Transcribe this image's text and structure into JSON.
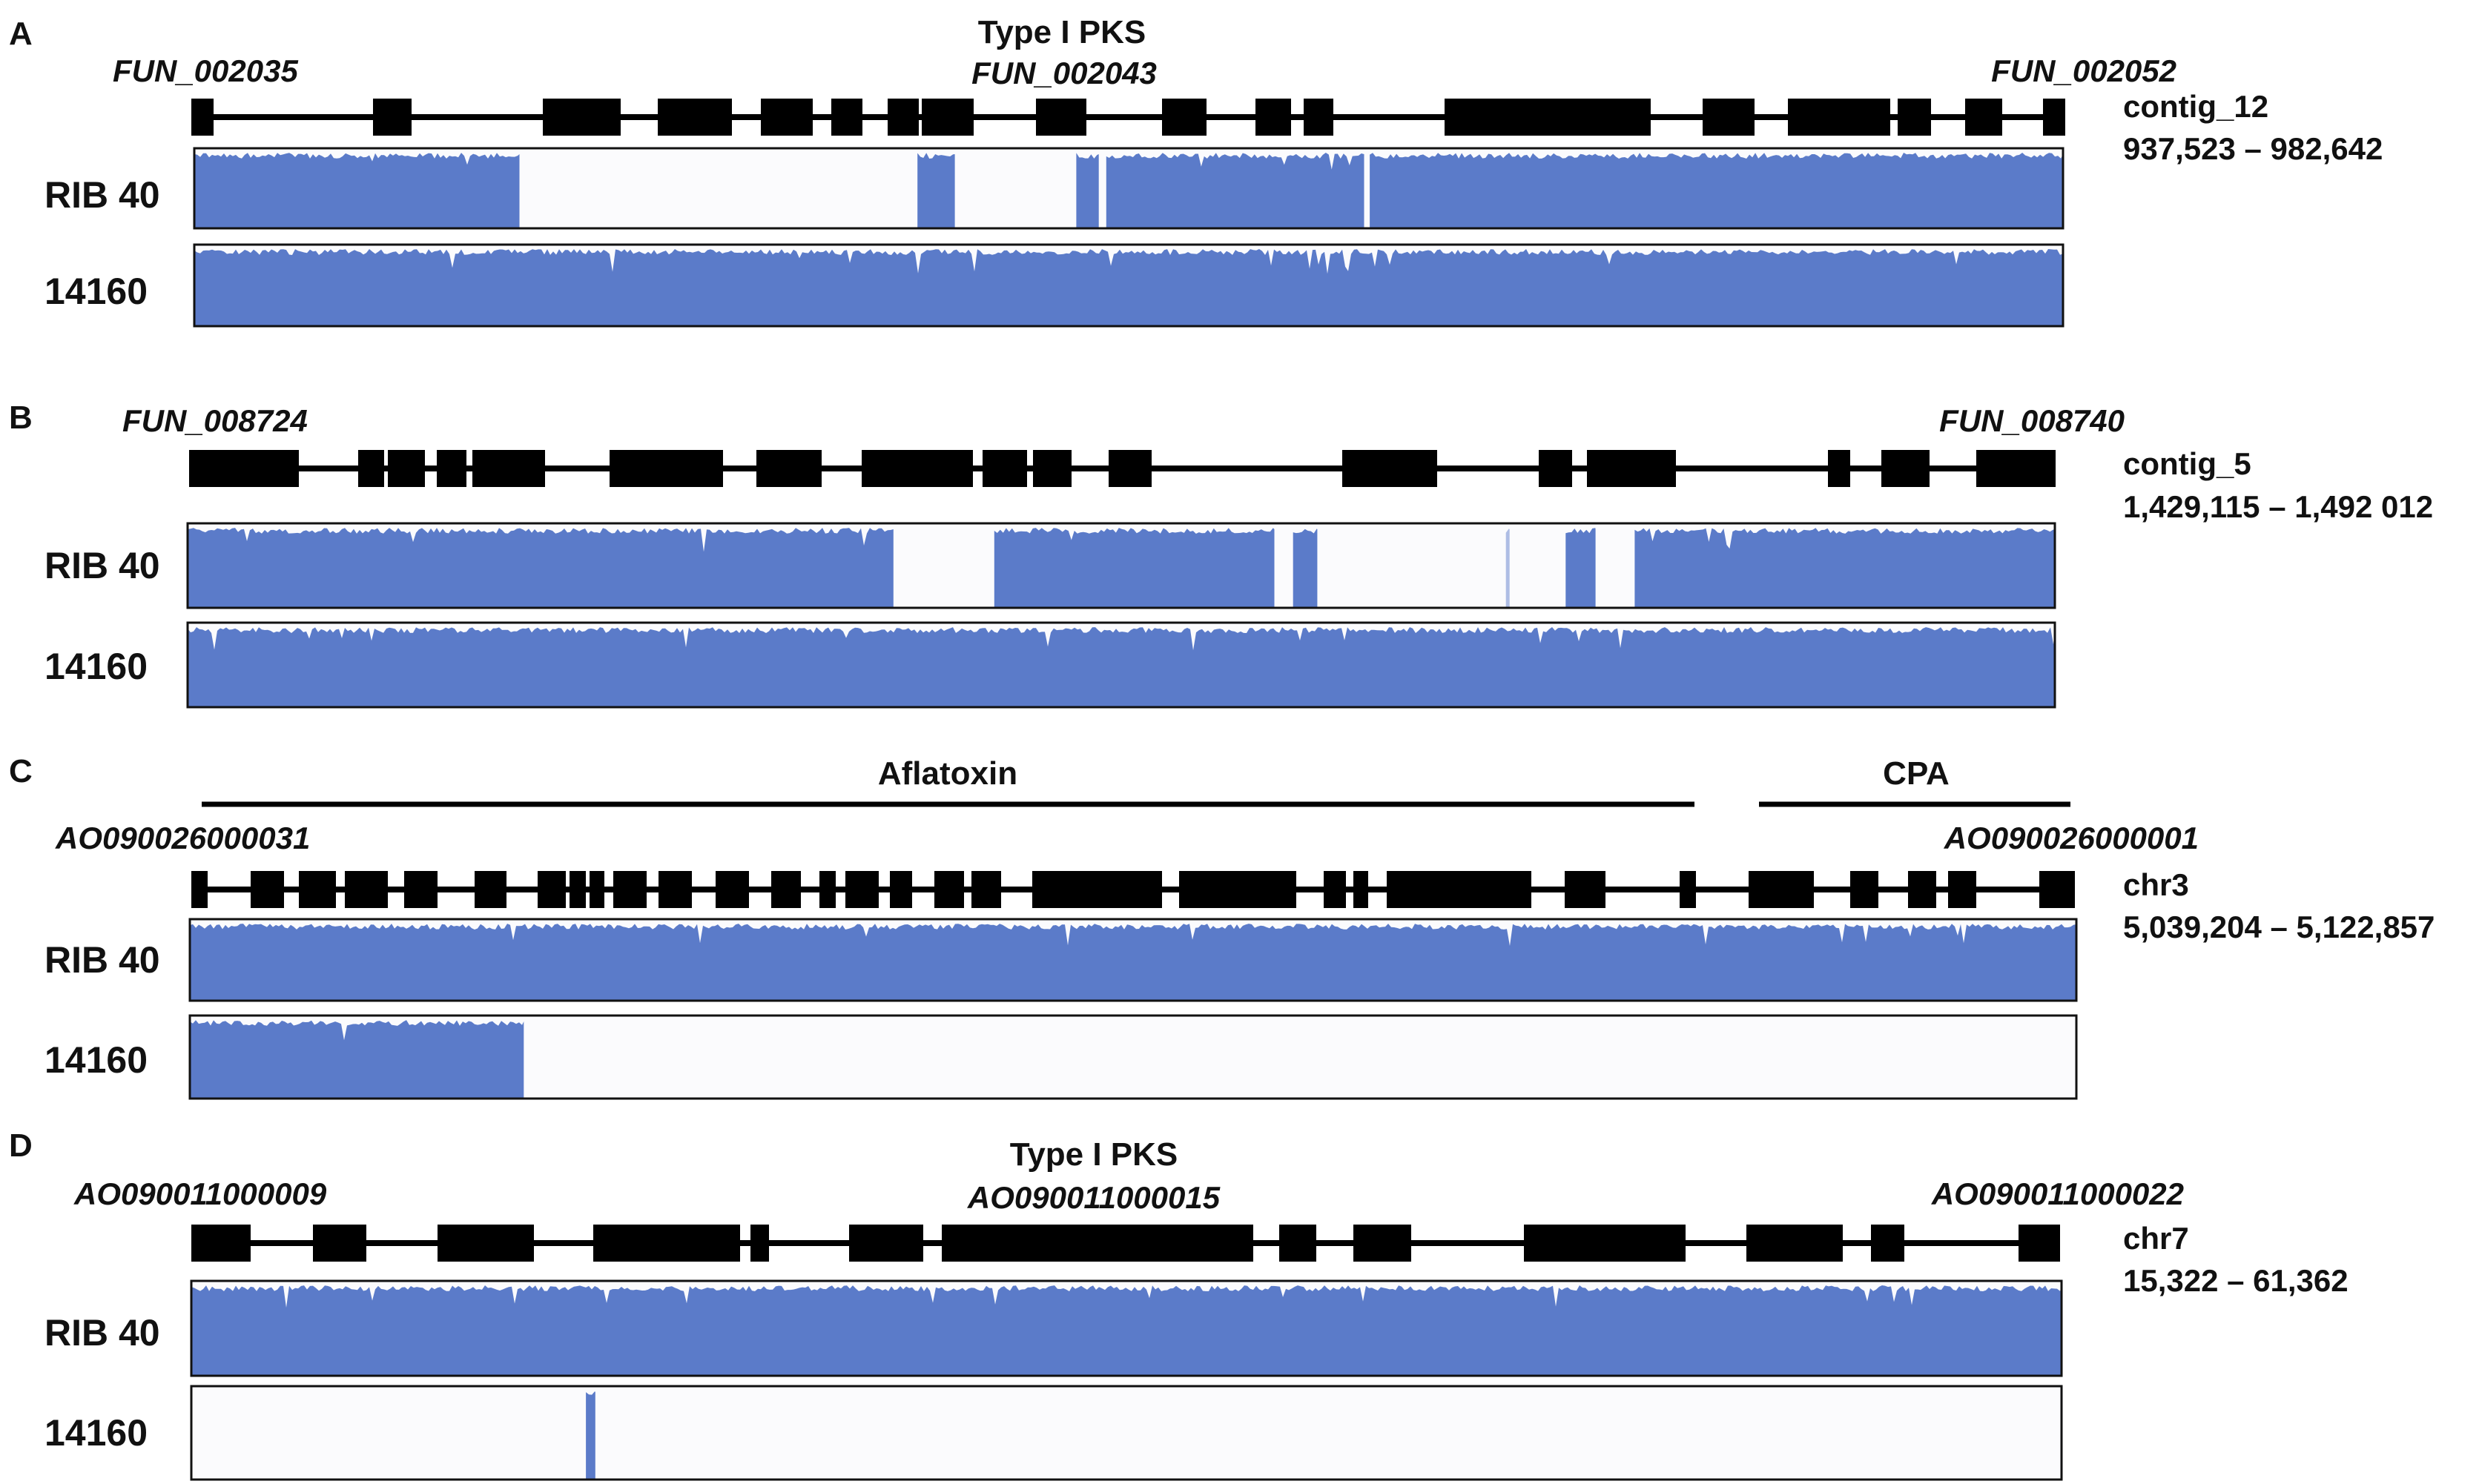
{
  "colors": {
    "coverage": "#5b7bc9",
    "coverage_light": "#aebde4",
    "track_bg": "#fbfbfd",
    "gene_block": "#000000",
    "border": "#111111"
  },
  "panels": [
    {
      "id": "A",
      "letter": "A",
      "cluster_labels": [
        "Type I PKS"
      ],
      "gene_labels": [
        "FUN_002035",
        "FUN_002043",
        "FUN_002052"
      ],
      "location": {
        "contig": "contig_12",
        "range": "937,523 – 982,642"
      },
      "tracks": [
        {
          "label": "RIB 40",
          "coverage": [
            [
              0,
              0.174
            ],
            [
              0.387,
              0.407
            ],
            [
              0.472,
              0.484
            ],
            [
              0.488,
              0.626
            ],
            [
              0.629,
              1
            ]
          ]
        },
        {
          "label": "14160",
          "coverage": [
            [
              0,
              1
            ]
          ]
        }
      ]
    },
    {
      "id": "B",
      "letter": "B",
      "cluster_labels": [],
      "gene_labels": [
        "FUN_008724",
        "FUN_008740"
      ],
      "location": {
        "contig": "contig_5",
        "range": "1,429,115 – 1,492 012"
      },
      "tracks": [
        {
          "label": "RIB 40",
          "coverage": [
            [
              0,
              0.378
            ],
            [
              0.432,
              0.582
            ],
            [
              0.592,
              0.605
            ],
            [
              0.706,
              0.708
            ],
            [
              0.738,
              0.754
            ],
            [
              0.775,
              1
            ]
          ]
        },
        {
          "label": "14160",
          "coverage": [
            [
              0,
              1
            ]
          ]
        }
      ]
    },
    {
      "id": "C",
      "letter": "C",
      "cluster_labels": [
        "Aflatoxin",
        "CPA"
      ],
      "gene_labels": [
        "AO090026000031",
        "AO090026000001"
      ],
      "location": {
        "contig": "chr3",
        "range": "5,039,204 – 5,122,857"
      },
      "tracks": [
        {
          "label": "RIB 40",
          "coverage": [
            [
              0,
              1
            ]
          ]
        },
        {
          "label": "14160",
          "coverage": [
            [
              0,
              0.177
            ]
          ]
        }
      ]
    },
    {
      "id": "D",
      "letter": "D",
      "cluster_labels": [
        "Type I PKS"
      ],
      "gene_labels": [
        "AO090011000009",
        "AO090011000015",
        "AO090011000022"
      ],
      "location": {
        "contig": "chr7",
        "range": "15,322 – 61,362"
      },
      "tracks": [
        {
          "label": "RIB 40",
          "coverage": [
            [
              0,
              1
            ]
          ]
        },
        {
          "label": "14160",
          "coverage": [
            [
              0.211,
              0.216
            ]
          ]
        }
      ]
    }
  ]
}
